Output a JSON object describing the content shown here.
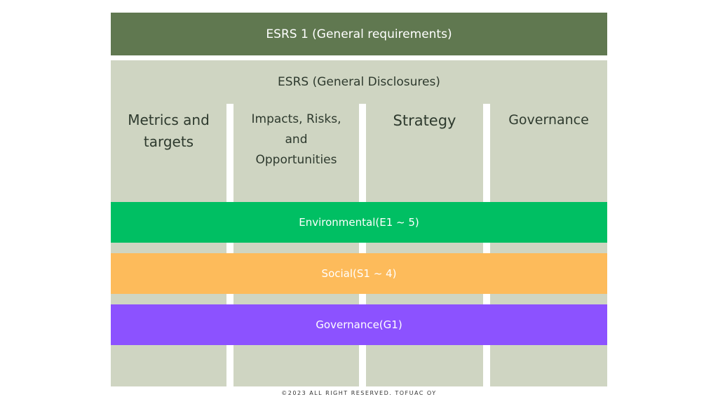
{
  "header": {
    "title": "ESRS 1 (General requirements)",
    "subtitle": "ESRS (General Disclosures)"
  },
  "columns": [
    {
      "label": "Metrics and targets"
    },
    {
      "label": "Impacts, Risks, and Opportunities"
    },
    {
      "label": "Strategy"
    },
    {
      "label": "Governance"
    }
  ],
  "bands": [
    {
      "label": "Environmental(E1 ~ 5)",
      "color": "#00bf63"
    },
    {
      "label": "Social(S1 ~ 4)",
      "color": "#fdbb5b"
    },
    {
      "label": "Governance(G1)",
      "color": "#8c52ff"
    }
  ],
  "footer": "©2023 ALL RIGHT RESERVED. TOFUAC OY"
}
